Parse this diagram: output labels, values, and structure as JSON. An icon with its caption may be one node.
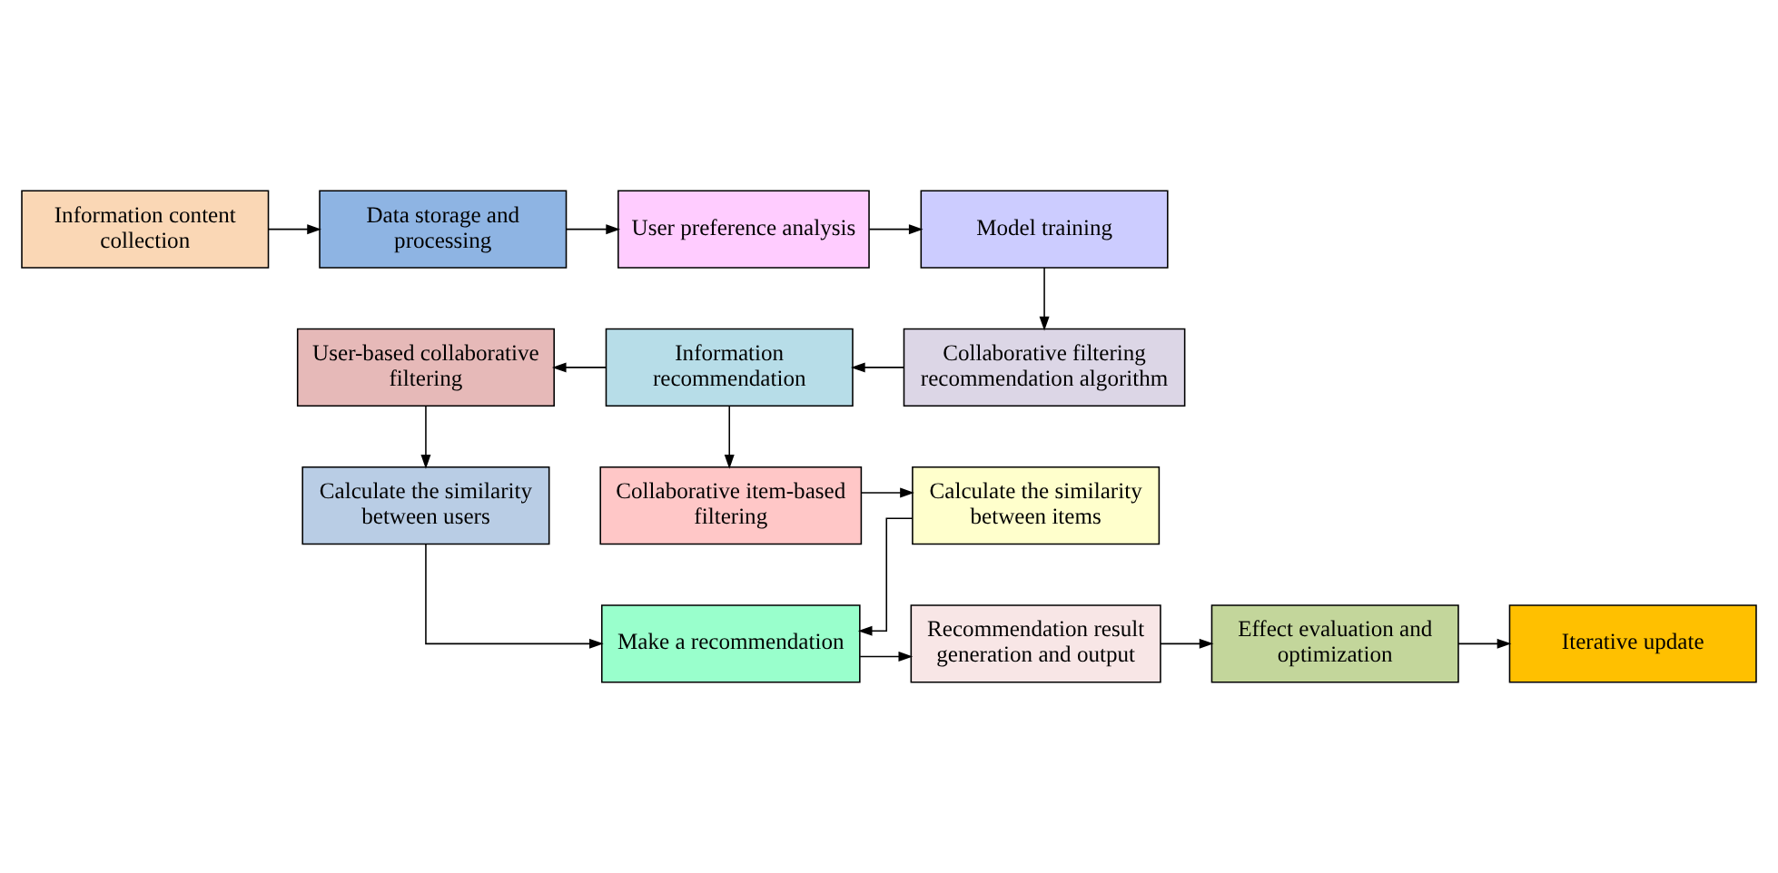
{
  "diagram": {
    "nodes": [
      {
        "text": [
          "Information content collection"
        ]
      },
      {
        "text": [
          "Data storage and processing"
        ]
      },
      {
        "text": [
          "User preference analysis"
        ]
      },
      {
        "text": [
          "Model training"
        ]
      },
      {
        "text": [
          "User-based collaborative filtering"
        ]
      },
      {
        "text": [
          "Information recommendation"
        ]
      },
      {
        "text": [
          "Collaborative filtering recommendation algorithm"
        ]
      },
      {
        "text": [
          "Calculate the similarity between users"
        ]
      },
      {
        "text": [
          "Collaborative item-based filtering"
        ]
      },
      {
        "text": [
          "Calculate the similarity between items"
        ]
      },
      {
        "text": [
          "Make a recommendation"
        ]
      },
      {
        "text": [
          "Recommendation result generation and output"
        ]
      },
      {
        "text": [
          "Effect evaluation and optimization"
        ]
      },
      {
        "text": [
          "Iterative update"
        ]
      }
    ],
    "edges": [
      {
        "from": 0,
        "to": 1,
        "arrow": "to"
      },
      {
        "from": 1,
        "to": 2,
        "arrow": "to"
      },
      {
        "from": 2,
        "to": 3,
        "arrow": "to"
      },
      {
        "from": 3,
        "to": 6,
        "arrow": "to"
      },
      {
        "from": 6,
        "to": 5,
        "arrow": "to"
      },
      {
        "from": 5,
        "to": 4,
        "arrow": "to"
      },
      {
        "from": 4,
        "to": 7,
        "arrow": "to"
      },
      {
        "from": 5,
        "to": 8,
        "arrow": "to"
      },
      {
        "from": 8,
        "to": 9,
        "arrow": "to"
      },
      {
        "from": 9,
        "to": 10,
        "arrow": "to"
      },
      {
        "from": 7,
        "to": 10,
        "arrow": "to"
      },
      {
        "from": 10,
        "to": 11,
        "arrow": "to"
      },
      {
        "from": 11,
        "to": 12,
        "arrow": "to"
      },
      {
        "from": 12,
        "to": 13,
        "arrow": "to"
      }
    ]
  }
}
